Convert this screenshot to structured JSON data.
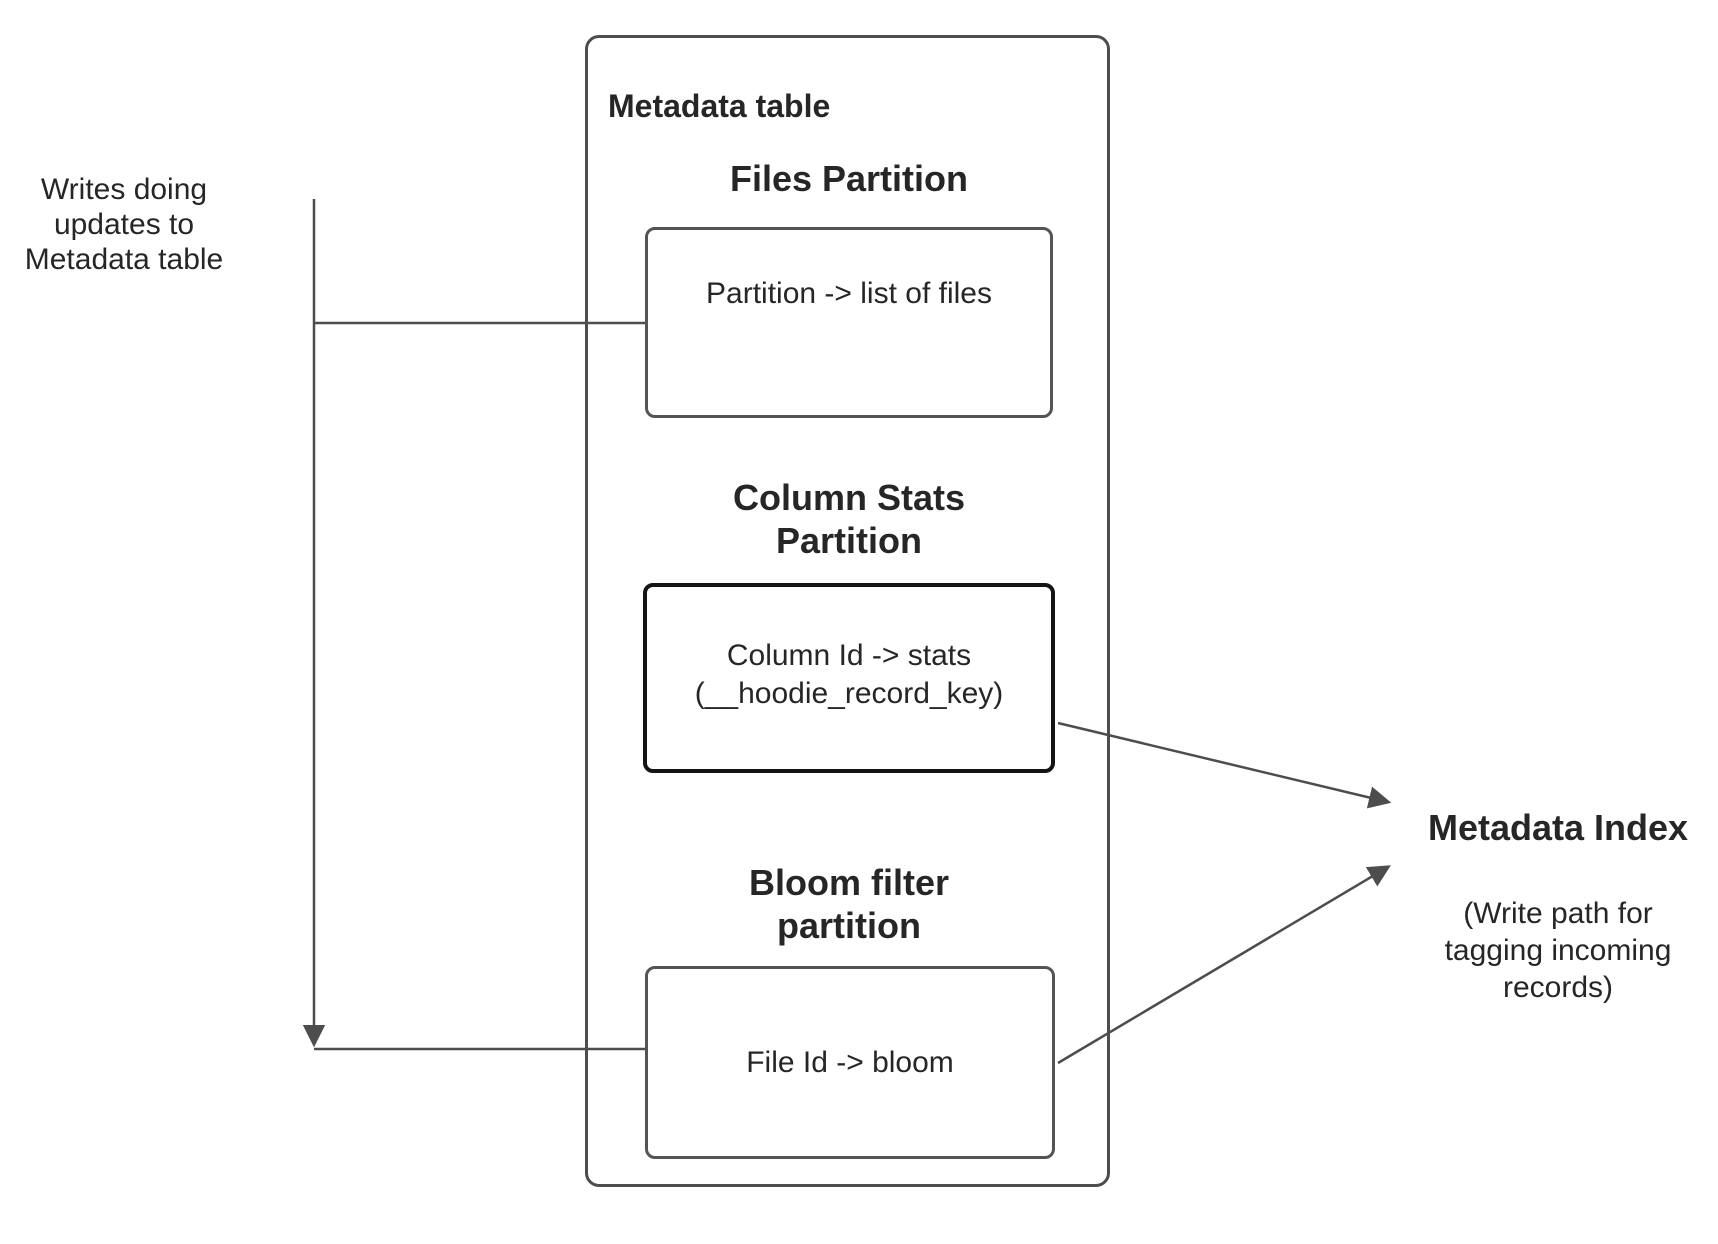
{
  "diagram": {
    "left_note": "Writes doing\nupdates to\nMetadata table",
    "metadata_table": {
      "title": "Metadata table",
      "files_partition": {
        "heading": "Files Partition",
        "box_text": "Partition -> list of files"
      },
      "column_stats_partition": {
        "heading": "Column Stats\nPartition",
        "box_text": "Column Id  -> stats\n(__hoodie_record_key)"
      },
      "bloom_filter_partition": {
        "heading": "Bloom filter\npartition",
        "box_text": "File Id -> bloom"
      }
    },
    "metadata_index": {
      "title": "Metadata Index",
      "subtitle": "(Write path for\ntagging incoming\nrecords)"
    },
    "colors": {
      "line": "#4d4d4d",
      "emphasis_border": "#141414",
      "text": "#262626"
    }
  }
}
